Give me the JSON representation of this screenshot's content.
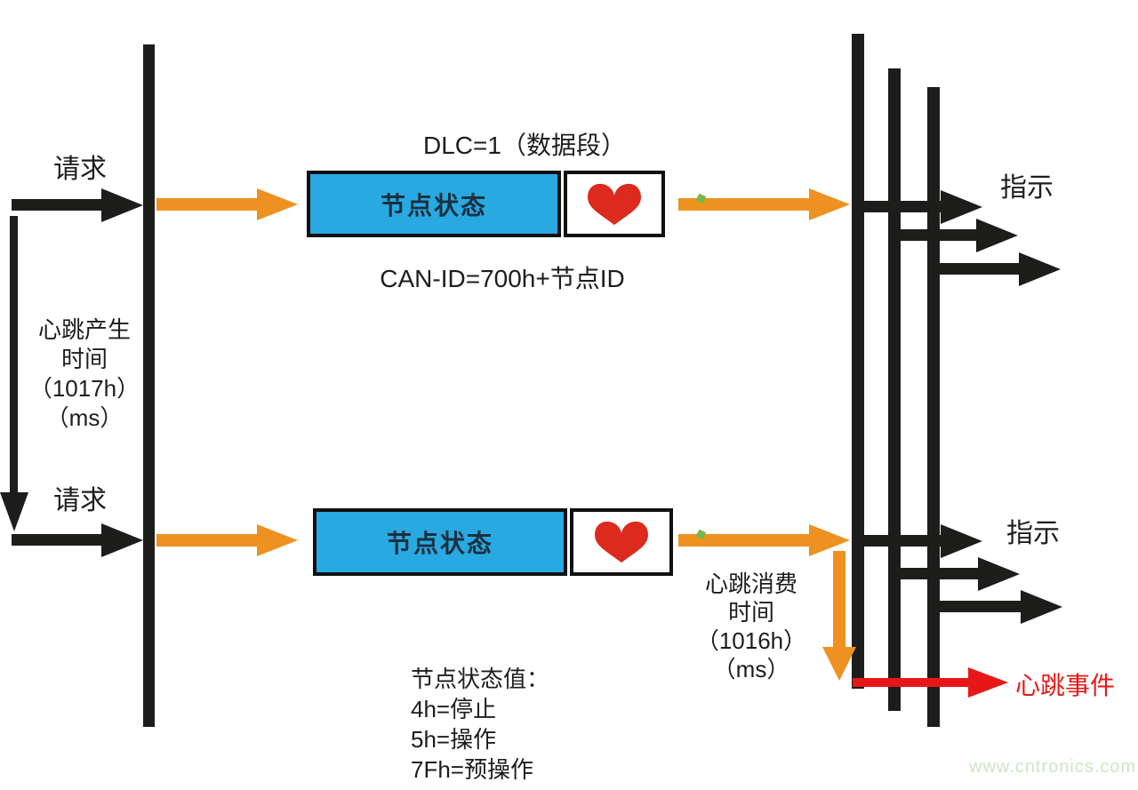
{
  "colors": {
    "orange": "#ef9120",
    "blue": "#29a9e1",
    "red": "#e81717",
    "heart_red": "#dd2a1e",
    "black": "#1d1d1b",
    "watermark_green": "#cfe5c4"
  },
  "left": {
    "request_top": "请求",
    "request_bottom": "请求",
    "produce_time_lines": [
      "心跳产生",
      "时间",
      "（1017h）",
      "（ms）"
    ]
  },
  "message_top": {
    "dlc_label": "DLC=1（数据段）",
    "node_status": "节点状态",
    "can_id_label": "CAN-ID=700h+节点ID"
  },
  "message_bottom": {
    "node_status": "节点状态"
  },
  "right": {
    "indication_top": "指示",
    "indication_bottom": "指示",
    "consume_time_lines": [
      "心跳消费",
      "时间",
      "（1016h）",
      "（ms）"
    ],
    "heartbeat_event": "心跳事件"
  },
  "legend": {
    "lines": [
      "节点状态值：",
      "4h=停止",
      "5h=操作",
      "7Fh=预操作"
    ]
  },
  "watermark": "www.cntronics.com"
}
